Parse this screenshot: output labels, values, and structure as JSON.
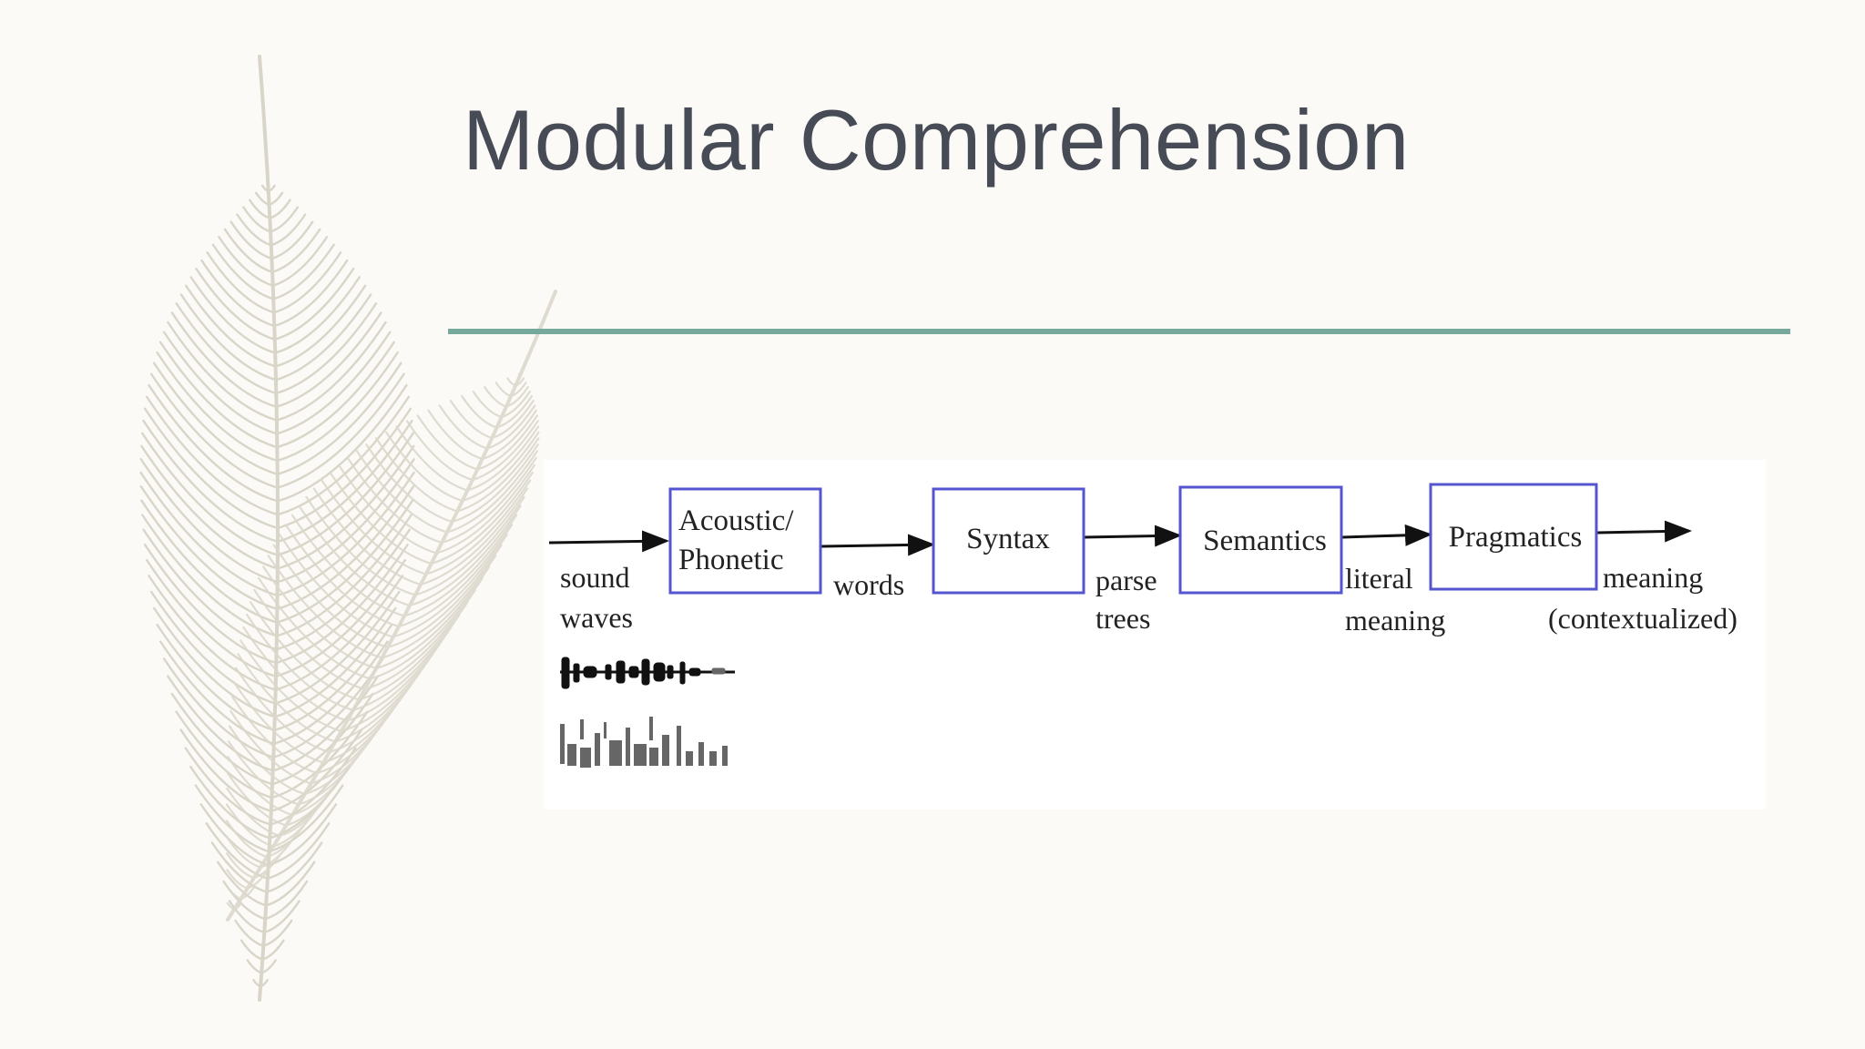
{
  "slide": {
    "title": "Modular Comprehension"
  },
  "colors": {
    "background": "#fbfaf7",
    "title": "#474b56",
    "rule": "#76a89b",
    "box_border": "#5555d0",
    "feather": "#d9d5c8"
  },
  "diagram": {
    "boxes": [
      {
        "line1": "Acoustic/",
        "line2": "Phonetic"
      },
      {
        "line1": "Syntax",
        "line2": ""
      },
      {
        "line1": "Semantics",
        "line2": ""
      },
      {
        "line1": "Pragmatics",
        "line2": ""
      }
    ],
    "labels": [
      {
        "line1": "sound",
        "line2": "waves"
      },
      {
        "line1": "words",
        "line2": ""
      },
      {
        "line1": "parse",
        "line2": "trees"
      },
      {
        "line1": "literal",
        "line2": "meaning"
      },
      {
        "line1": "meaning",
        "line2": "(contextualized)"
      }
    ],
    "icons": [
      "waveform-icon",
      "spectrogram-icon",
      "feather-icon"
    ]
  }
}
